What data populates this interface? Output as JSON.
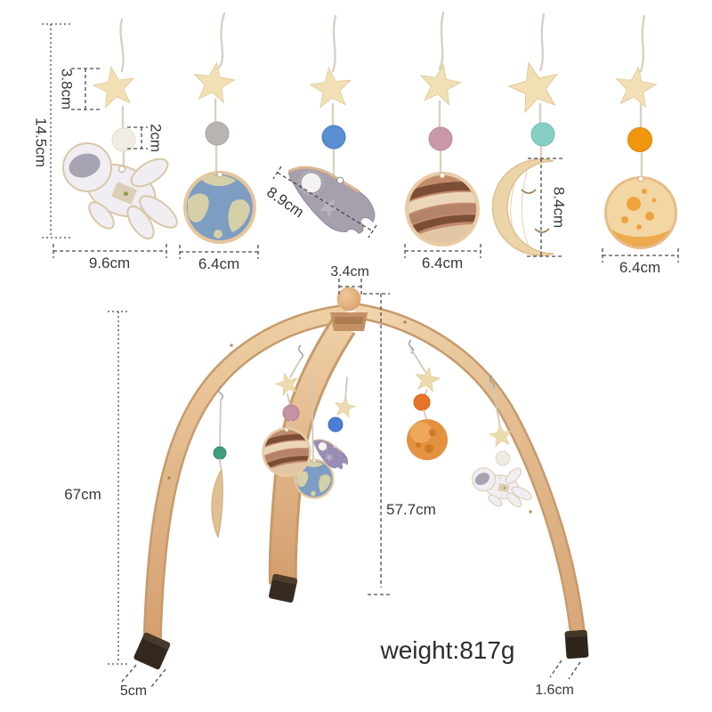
{
  "background": "#ffffff",
  "colors": {
    "wood": "#e2b488",
    "wood_light": "#f0d6ae",
    "wood_edge": "#c79a6b",
    "foot_cap": "#33281e",
    "dimension_line": "#4a4a4a",
    "dimension_text": "#383838",
    "star": "#f1e0b4",
    "earth_blue": "#7e9dc2",
    "rocket_gray": "#a6a0ac",
    "gym_rocket_purple": "#9a8db5",
    "orange_planet": "#e49140"
  },
  "toys": [
    {
      "name": "astronaut",
      "dimension": "9.6cm"
    },
    {
      "name": "earth",
      "dimension": "6.4cm"
    },
    {
      "name": "rocket",
      "dimension": "8.9cm"
    },
    {
      "name": "striped-planet",
      "dimension": "6.4cm"
    },
    {
      "name": "crescent-moon",
      "dimension": "8.4cm"
    },
    {
      "name": "orange-moon",
      "dimension": "6.4cm"
    }
  ],
  "labels": {
    "hanger_height": "14.5cm",
    "star_size": "3.8cm",
    "pompom_size": "2cm",
    "astronaut_width": "9.6cm",
    "earth_width": "6.4cm",
    "rocket_length": "8.9cm",
    "striped_planet_width": "6.4cm",
    "moon_height": "8.4cm",
    "orange_moon_width": "6.4cm",
    "top_ball_width": "3.4cm",
    "stand_height": "67cm",
    "inner_drop_height": "57.7cm",
    "foot_length": "5cm",
    "foot_thickness": "1.6cm",
    "weight": "weight:817g"
  }
}
